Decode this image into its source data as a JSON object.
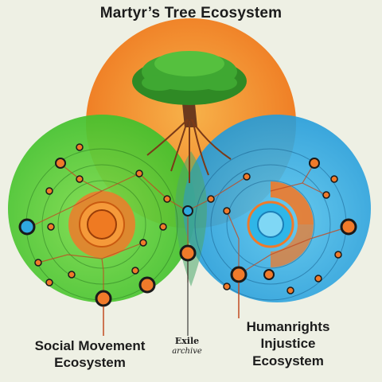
{
  "title": "Martyr’s Tree Ecosystem",
  "ecosystems": {
    "top": {
      "name": "Martyr’s Tree Ecosystem",
      "color": "#ef7a22"
    },
    "left": {
      "line1": "Social Movement",
      "line2": "Ecosystem",
      "color": "#5fcf3a"
    },
    "right": {
      "line1": "Humanrights",
      "line2": "Injustice",
      "line3": "Ecosystem",
      "color": "#2fa9e0"
    }
  },
  "center_label": {
    "line1": "Exile",
    "line2": "archive"
  },
  "colors": {
    "background": "#eef0e4",
    "tree_foliage": "#3a9a2e",
    "tree_trunk": "#6b3a1e",
    "node_outline": "#1a1a1a",
    "node_fill": "#f07a2a"
  },
  "icons": [
    "tree-icon"
  ]
}
